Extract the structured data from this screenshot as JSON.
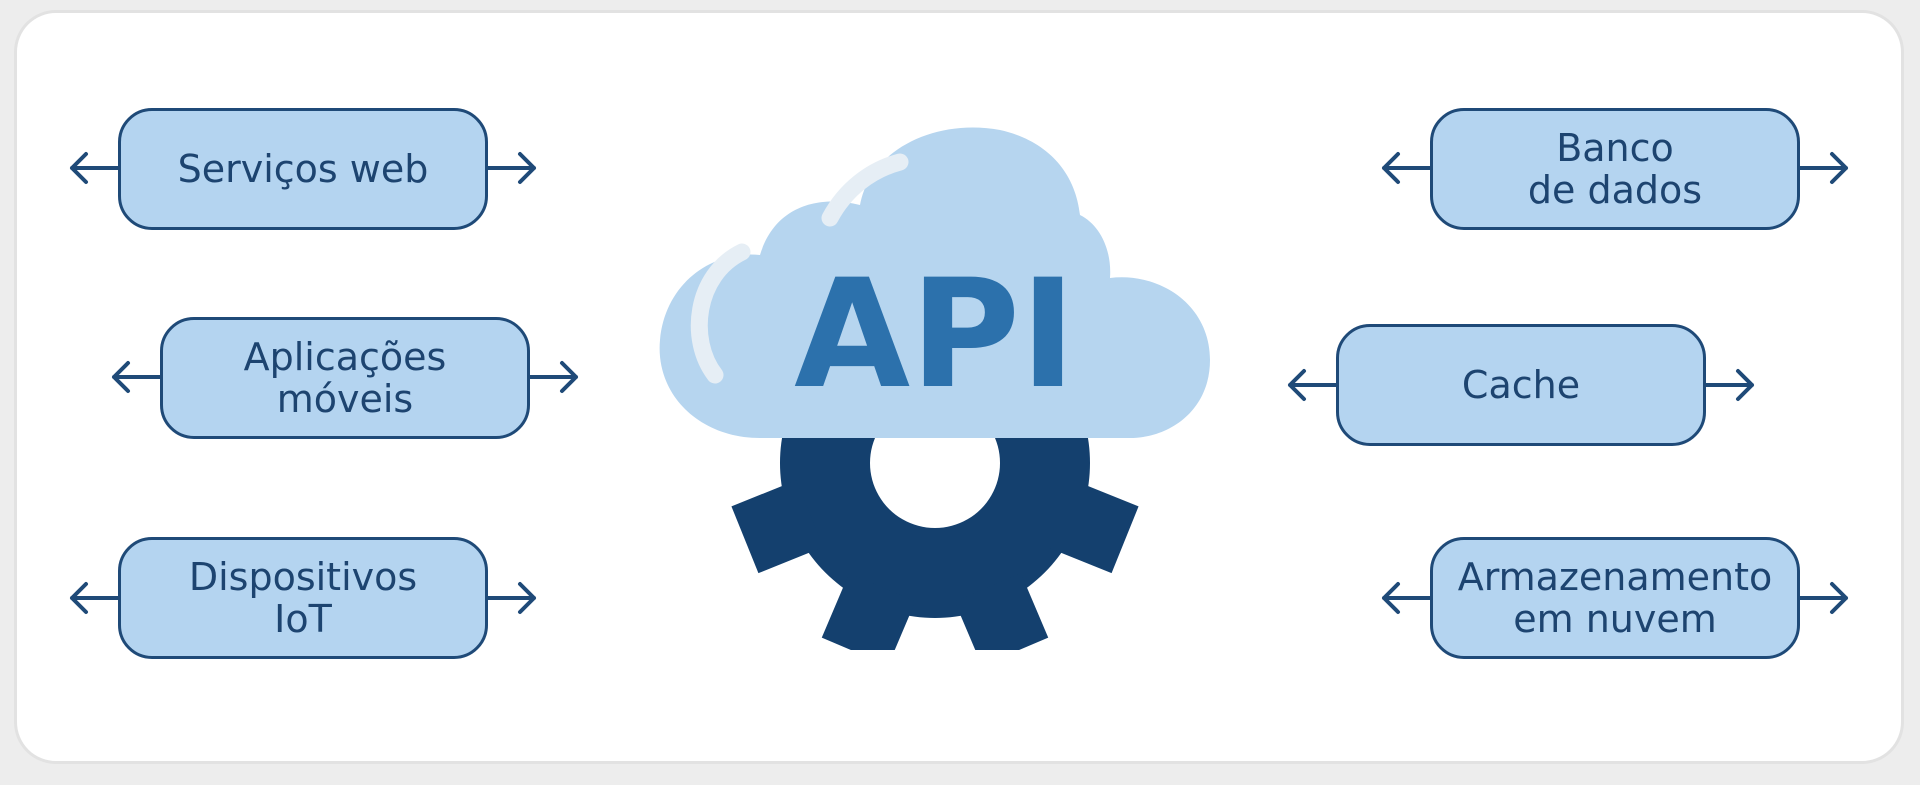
{
  "colors": {
    "node_fill": "#b4d4f0",
    "node_border": "#1f4a78",
    "node_text": "#1d4470",
    "cloud_fill": "#b6d5ef",
    "cloud_highlight": "#e6eef5",
    "gear_fill": "#14406e",
    "api_text": "#2c71ac",
    "card_background": "#ffffff",
    "page_background": "#ededed"
  },
  "hub": {
    "label": "API",
    "icons": [
      "cloud-icon",
      "gear-icon"
    ]
  },
  "left_nodes": [
    {
      "label": "Serviços web"
    },
    {
      "label": "Aplicações\nmóveis"
    },
    {
      "label": "Dispositivos\nIoT"
    }
  ],
  "right_nodes": [
    {
      "label": "Banco\nde dados"
    },
    {
      "label": "Cache"
    },
    {
      "label": "Armazenamento\nem nuvem"
    }
  ]
}
